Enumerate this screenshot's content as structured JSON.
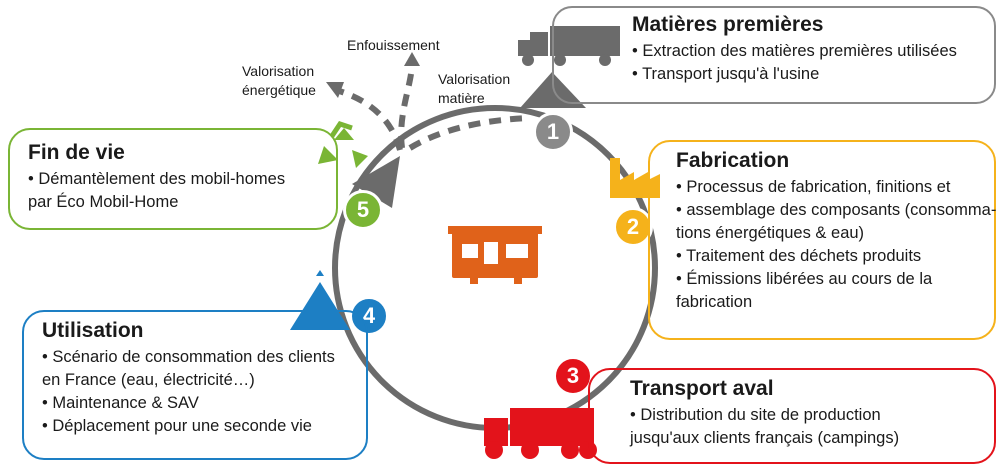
{
  "stages": [
    {
      "number": "1",
      "title": "Matières premières",
      "color": "#8a8a8a",
      "items": [
        "Extraction des matières premières utilisées",
        "Transport jusqu'à l'usine"
      ]
    },
    {
      "number": "2",
      "title": "Fabrication",
      "color": "#f5b21b",
      "items": [
        "Processus de fabrication, finitions et",
        "assemblage des composants (consomma-",
        "tions énergétiques & eau)",
        "Traitement des déchets produits",
        "Émissions libérées au cours de la",
        "fabrication"
      ]
    },
    {
      "number": "3",
      "title": "Transport aval",
      "color": "#e3131b",
      "items": [
        "Distribution du site de production",
        "jusqu'aux clients français (campings)"
      ]
    },
    {
      "number": "4",
      "title": "Utilisation",
      "color": "#1d7fc4",
      "items": [
        "Scénario de consommation des clients",
        "en France (eau, électricité…)",
        "Maintenance & SAV",
        "Déplacement pour une seconde vie"
      ]
    },
    {
      "number": "5",
      "title": "Fin de vie",
      "color": "#7ab535",
      "items": [
        "Démantèlement des mobil-homes",
        "par Éco Mobil-Home"
      ]
    }
  ],
  "end_of_life_paths": {
    "valorisation_energetique": [
      "Valorisation",
      "énergétique"
    ],
    "enfouissement": "Enfouissement",
    "valorisation_matiere": [
      "Valorisation",
      "matière"
    ]
  },
  "icons": {
    "raw_materials": "truck-with-pile-icon",
    "factory": "factory-icon",
    "transport": "truck-icon",
    "usage": "tent-icon",
    "recycle": "recycle-icon",
    "center": "mobile-home-icon"
  },
  "colors": {
    "cycle": "#6b6b6b",
    "center": "#e0621a"
  }
}
